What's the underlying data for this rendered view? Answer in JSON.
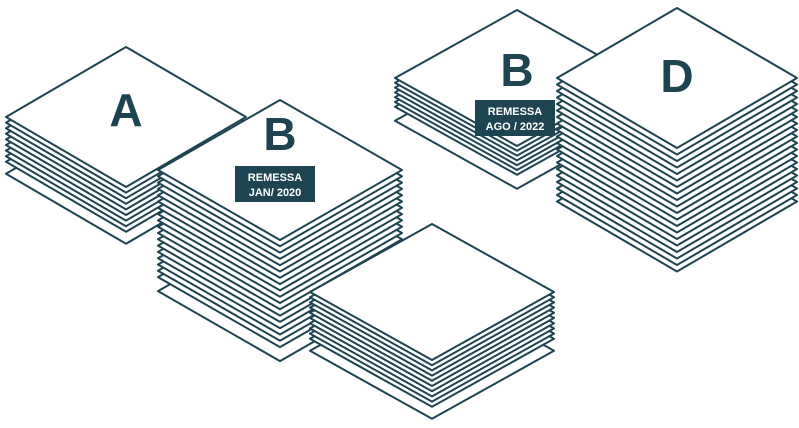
{
  "stacks": [
    {
      "id": "stack-a",
      "letter": "A",
      "badge": null
    },
    {
      "id": "stack-b-2020",
      "letter": "B",
      "badge": {
        "line1": "REMESSA",
        "line2": "JAN/ 2020"
      }
    },
    {
      "id": "stack-blank",
      "letter": "",
      "badge": null
    },
    {
      "id": "stack-b-2022",
      "letter": "B",
      "badge": {
        "line1": "REMESSA",
        "line2": "AGO / 2022"
      }
    },
    {
      "id": "stack-d",
      "letter": "D",
      "badge": null
    }
  ],
  "colors": {
    "stroke": "#1e4451",
    "sheet": "#ffffff",
    "badge": "#1e4451"
  }
}
